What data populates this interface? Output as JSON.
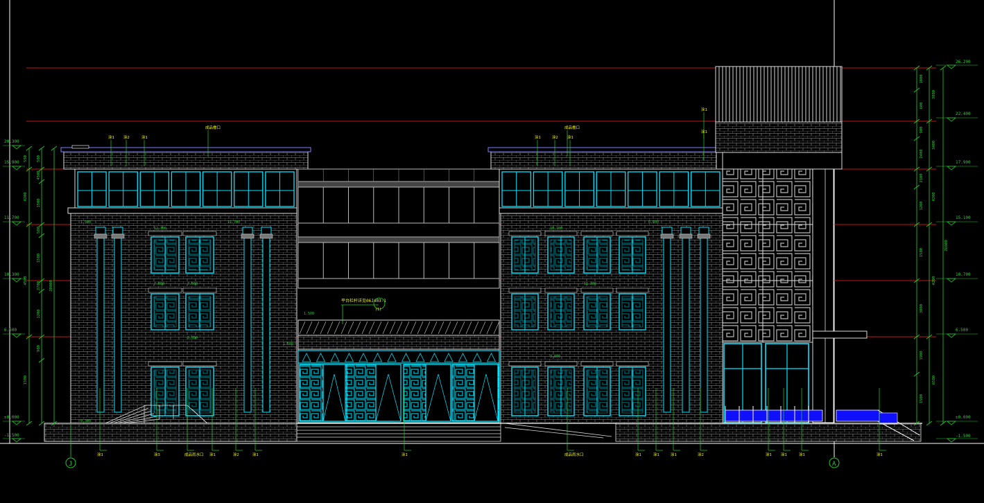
{
  "drawing": {
    "type": "architectural elevation (CAD)",
    "background": "#000000",
    "colors": {
      "frame": "#ffffff",
      "level_line": "#ff2020",
      "dimension": "#22d12a",
      "window": "#00e5ff",
      "brick": "#c8c8c8",
      "glass": "#9aa0a6",
      "label": "#f2f200",
      "railing_fill": "#1010ff"
    }
  },
  "elevations": {
    "left_top": "20.300",
    "left_upper": "15.900",
    "left_third": "11.700",
    "left_second": "10.300",
    "left_first": "6.500",
    "left_ground": "±0.000",
    "left_bottom": "-1.500",
    "right_tower": "26.200",
    "right_roof2": "22.400",
    "right_roof": "17.900",
    "right_upper": "15.100",
    "right_mid": "10.700",
    "right_second": "6.500",
    "right_ground": "±0.000",
    "right_bottom": "-1.500"
  },
  "dimensions": {
    "left_outer": [
      "550",
      "4200",
      "4500",
      "1500"
    ],
    "left_inner": [
      "500",
      "4500",
      "1500",
      "500",
      "1500",
      "2700",
      "1200",
      "900"
    ],
    "left_total": "20800",
    "right_outer": [
      "3800",
      "3400",
      "4200",
      "4200",
      "6500"
    ],
    "right_inner": [
      "1800",
      "600",
      "900",
      "2400",
      "2100",
      "1200",
      "1500",
      "3000",
      "1900",
      "1500"
    ],
    "right_total": "26800"
  },
  "annotations": {
    "balcony_note": "平台栏杆详见06J403-1",
    "detail_mark": "(1)",
    "grid_left": "J",
    "grid_right": "A",
    "level_callouts": [
      "1.500",
      "12.300",
      "11.700",
      "7.800",
      "7.500",
      "3.850",
      "1.500",
      "0.300",
      "10.700",
      "11.200",
      "1.500",
      "6.500",
      "3.800"
    ],
    "top_tags": [
      "涂1",
      "涂2",
      "涂1",
      "成品檐口"
    ],
    "bottom_tags": [
      "涂1",
      "涂3",
      "成品雨水口",
      "涂1",
      "涂2",
      "涂1",
      "涂1",
      "成品雨水口",
      "涂1",
      "涂1",
      "涂1",
      "涂2",
      "涂1",
      "涂1",
      "涂1",
      "涂1"
    ]
  }
}
